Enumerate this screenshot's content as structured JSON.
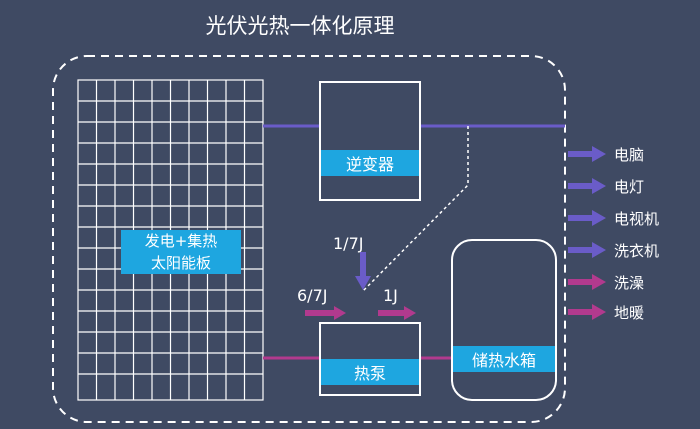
{
  "title": "光伏光热一体化原理",
  "panel": {
    "line1": "发电+集热",
    "line2": "太阳能板"
  },
  "inverter": {
    "label": "逆变器"
  },
  "heat_pump": {
    "label": "热泵"
  },
  "tank": {
    "label": "储热水箱"
  },
  "energy": {
    "input_top": "1/7J",
    "input_left": "6/7J",
    "output": "1J"
  },
  "loads": [
    {
      "label": "电脑",
      "color": "#6a5cc8"
    },
    {
      "label": "电灯",
      "color": "#6a5cc8"
    },
    {
      "label": "电视机",
      "color": "#6a5cc8"
    },
    {
      "label": "洗衣机",
      "color": "#6a5cc8"
    },
    {
      "label": "洗澡",
      "color": "#b23a8e"
    },
    {
      "label": "地暖",
      "color": "#b23a8e"
    }
  ],
  "colors": {
    "background": "#3f4a63",
    "box_fill": "#1ea6e0",
    "electric_line": "#6a5cc8",
    "heat_line": "#b23a8e",
    "outline": "#ffffff"
  }
}
